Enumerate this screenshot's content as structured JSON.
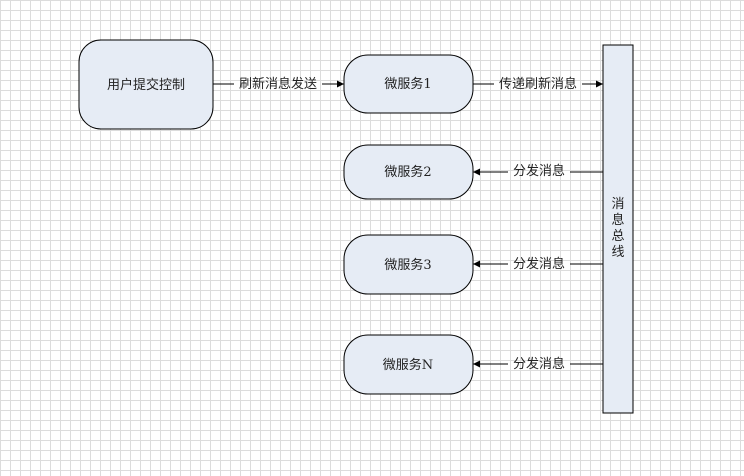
{
  "nodes": {
    "user_control": "用户提交控制",
    "service1": "微服务1",
    "service2": "微服务2",
    "service3": "微服务3",
    "serviceN": "微服务N",
    "bus": [
      "消",
      "息",
      "总",
      "线"
    ]
  },
  "edges": {
    "user_to_s1": "刷新消息发送",
    "s1_to_bus": "传递刷新消息",
    "bus_to_s2": "分发消息",
    "bus_to_s3": "分发消息",
    "bus_to_sN": "分发消息"
  },
  "colors": {
    "node_fill": "#e6ecf5",
    "stroke": "#000000"
  }
}
